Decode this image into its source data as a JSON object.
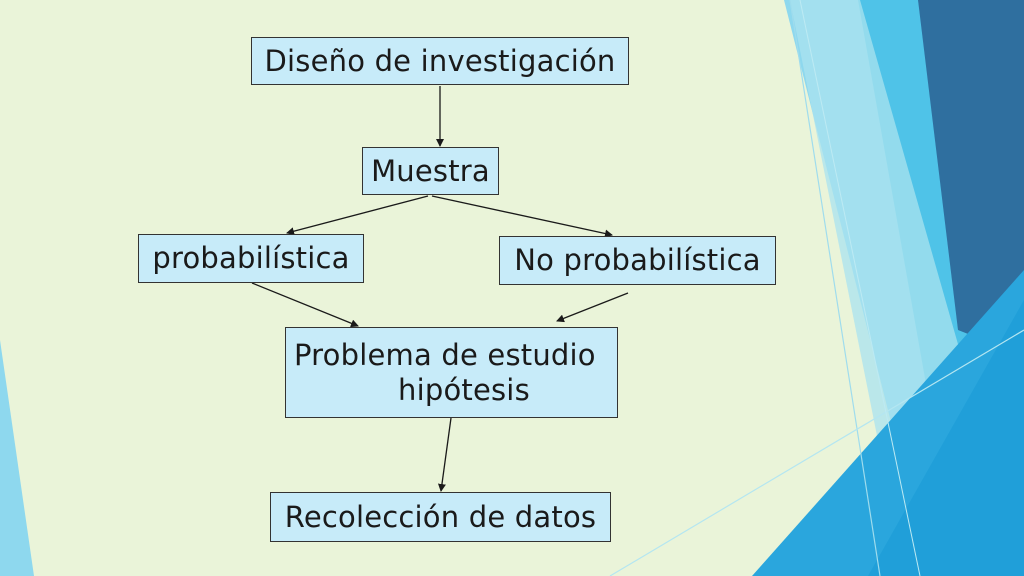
{
  "colors": {
    "background": "#eaf4d9",
    "node_fill": "#c7ebf9",
    "node_border": "#333333",
    "arrow": "#1a1a1a",
    "accent_light": "#8ed8ee",
    "accent_mid": "#4fc3e8",
    "accent_dark": "#2f6f9f"
  },
  "diagram": {
    "nodes": {
      "design": "Diseño de investigación",
      "sample": "Muestra",
      "probabilistic": "probabilística",
      "non_probabilistic": "No probabilística",
      "problem_line1": "Problema de estudio",
      "problem_line2": "hipótesis",
      "collection": "Recolección de datos"
    }
  }
}
